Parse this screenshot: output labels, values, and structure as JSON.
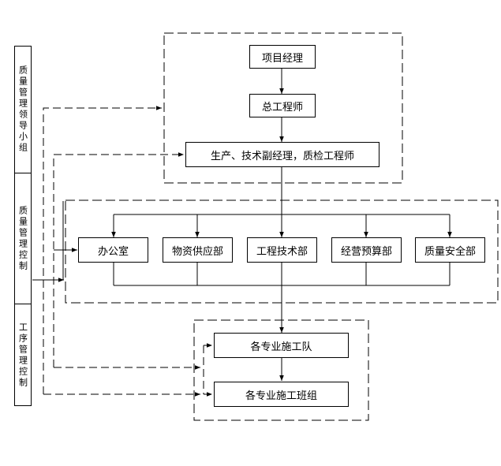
{
  "sidebar": {
    "sections": [
      {
        "label": "质量管理领导小组"
      },
      {
        "label": "质量管理控制"
      },
      {
        "label": "工序管理控制"
      }
    ]
  },
  "nodes": {
    "project_manager": "项目经理",
    "chief_engineer": "总工程师",
    "deputy_managers": "生产、技术副经理，质检工程师",
    "office": "办公室",
    "supply": "物资供应部",
    "engineering": "工程技术部",
    "budget": "经营预算部",
    "quality_safety": "质量安全部",
    "teams": "各专业施工队",
    "crews": "各专业施工班组"
  }
}
